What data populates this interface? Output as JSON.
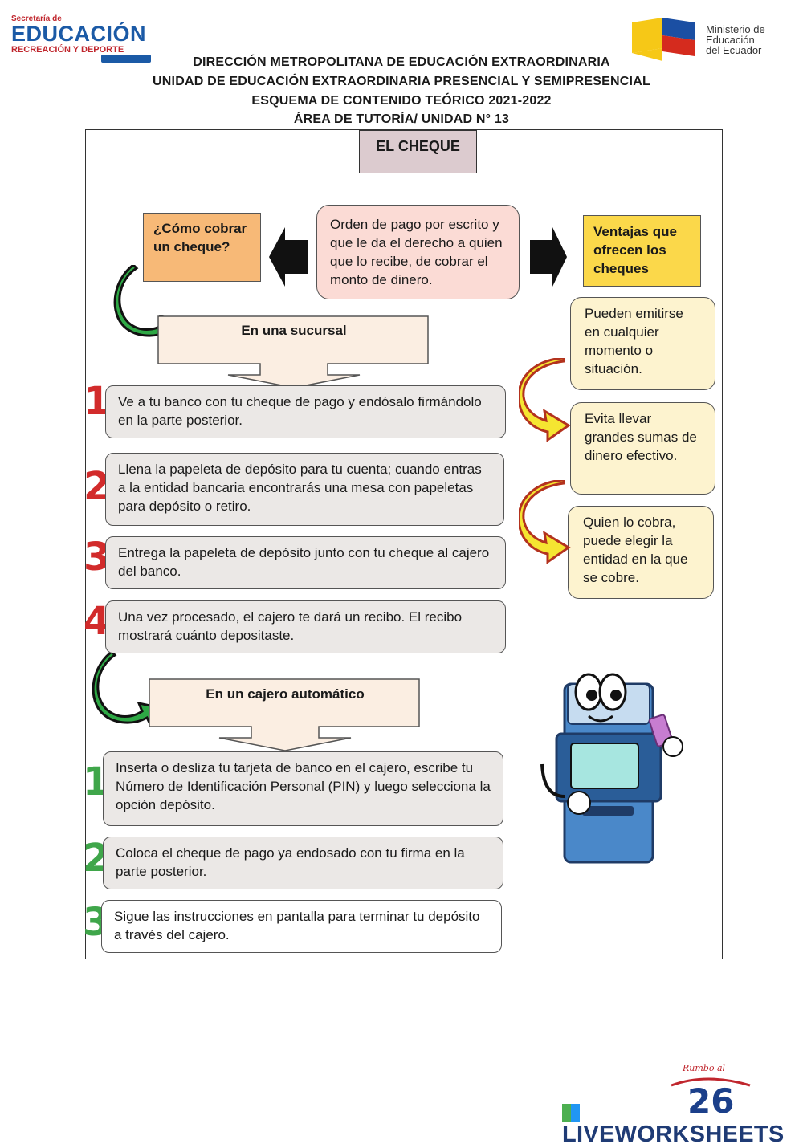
{
  "logos": {
    "left_line1": "Secretaría de",
    "left_line2": "EDUCACIÓN",
    "left_line3": "RECREACIÓN Y DEPORTE",
    "right_line1": "Ministerio de",
    "right_line2": "Educación",
    "right_line3": "del Ecuador"
  },
  "header": {
    "line1": "DIRECCIÓN METROPOLITANA DE EDUCACIÓN EXTRAORDINARIA",
    "line2": "UNIDAD DE EDUCACIÓN EXTRAORDINARIA PRESENCIAL Y SEMIPRESENCIAL",
    "line3": "ESQUEMA DE CONTENIDO TEÓRICO 2021-2022",
    "line4": "ÁREA DE TUTORÍA/ UNIDAD N° 13"
  },
  "title": "EL CHEQUE",
  "definition": "Orden de pago por escrito y que le da el derecho a quien que lo recibe, de cobrar el monto de dinero.",
  "how_to": "¿Cómo cobrar un cheque?",
  "advantages_title": "Ventajas que ofrecen los cheques",
  "branch": {
    "title": "En una sucursal",
    "steps": [
      {
        "num": "1",
        "text": "Ve a tu banco con tu cheque de pago y endósalo firmándolo en la parte posterior."
      },
      {
        "num": "2",
        "text": "Llena la papeleta de depósito para tu cuenta; cuando entras a la entidad bancaria encontrarás una mesa con papeletas para depósito o retiro."
      },
      {
        "num": "3",
        "text": "Entrega la papeleta de depósito junto con tu cheque al cajero del banco."
      },
      {
        "num": "4",
        "text": "Una vez procesado, el cajero te dará un recibo. El recibo mostrará cuánto depositaste."
      }
    ]
  },
  "atm": {
    "title": "En un cajero automático",
    "steps": [
      {
        "num": "1",
        "text": "Inserta o desliza tu tarjeta de banco en el cajero, escribe tu Número de Identificación Personal (PIN) y luego selecciona la opción depósito."
      },
      {
        "num": "2",
        "text": "Coloca el cheque de pago ya endosado con tu firma en la parte posterior."
      },
      {
        "num": "3",
        "text": "Sigue las instrucciones en pantalla para terminar tu depósito a través del cajero."
      }
    ]
  },
  "advantages": [
    "Pueden emitirse en cualquier momento o situación.",
    "Evita llevar grandes sumas de dinero efectivo.",
    "Quien lo cobra, puede elegir la entidad en la que se cobre."
  ],
  "footer": {
    "brand": "LIVEWORKSHEETS"
  }
}
